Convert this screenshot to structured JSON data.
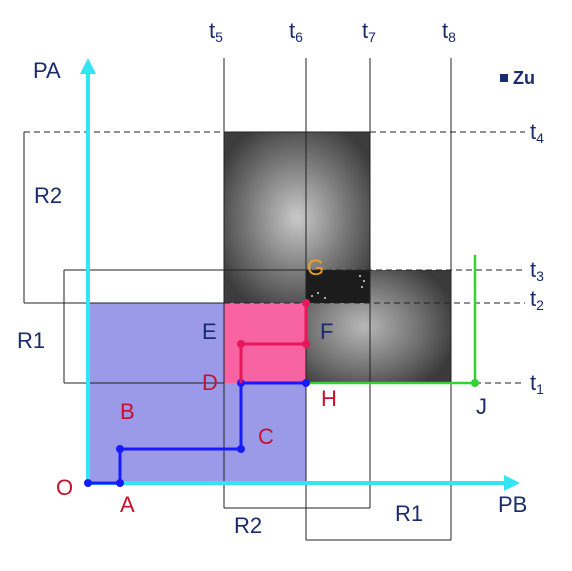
{
  "axes": {
    "y_label": "PA",
    "x_label": "PB",
    "origin_label": "O"
  },
  "legend": {
    "label": "Zu"
  },
  "time_labels": {
    "t5": {
      "base": "t",
      "sub": "5"
    },
    "t6": {
      "base": "t",
      "sub": "6"
    },
    "t7": {
      "base": "t",
      "sub": "7"
    },
    "t8": {
      "base": "t",
      "sub": "8"
    },
    "t4": {
      "base": "t",
      "sub": "4"
    },
    "t3": {
      "base": "t",
      "sub": "3"
    },
    "t2": {
      "base": "t",
      "sub": "2"
    },
    "t1": {
      "base": "t",
      "sub": "1"
    }
  },
  "resource_labels": {
    "r2_left": "R2",
    "r1_left": "R1",
    "r2_bottom": "R2",
    "r1_bottom": "R1"
  },
  "points": {
    "A": "A",
    "B": "B",
    "C": "C",
    "D": "D",
    "E": "E",
    "F": "F",
    "G": "G",
    "H": "H",
    "J": "J"
  },
  "colors": {
    "axis": "#33e5f2",
    "blue_region": "#8f8fe6",
    "pink_region": "#ff5f9a",
    "path_blue": "#1a1aff",
    "path_pink": "#e8165c",
    "path_green": "#34d134",
    "label_blue": "#1a2a6e",
    "label_red": "#c8102e",
    "label_orange": "#f0a020"
  }
}
